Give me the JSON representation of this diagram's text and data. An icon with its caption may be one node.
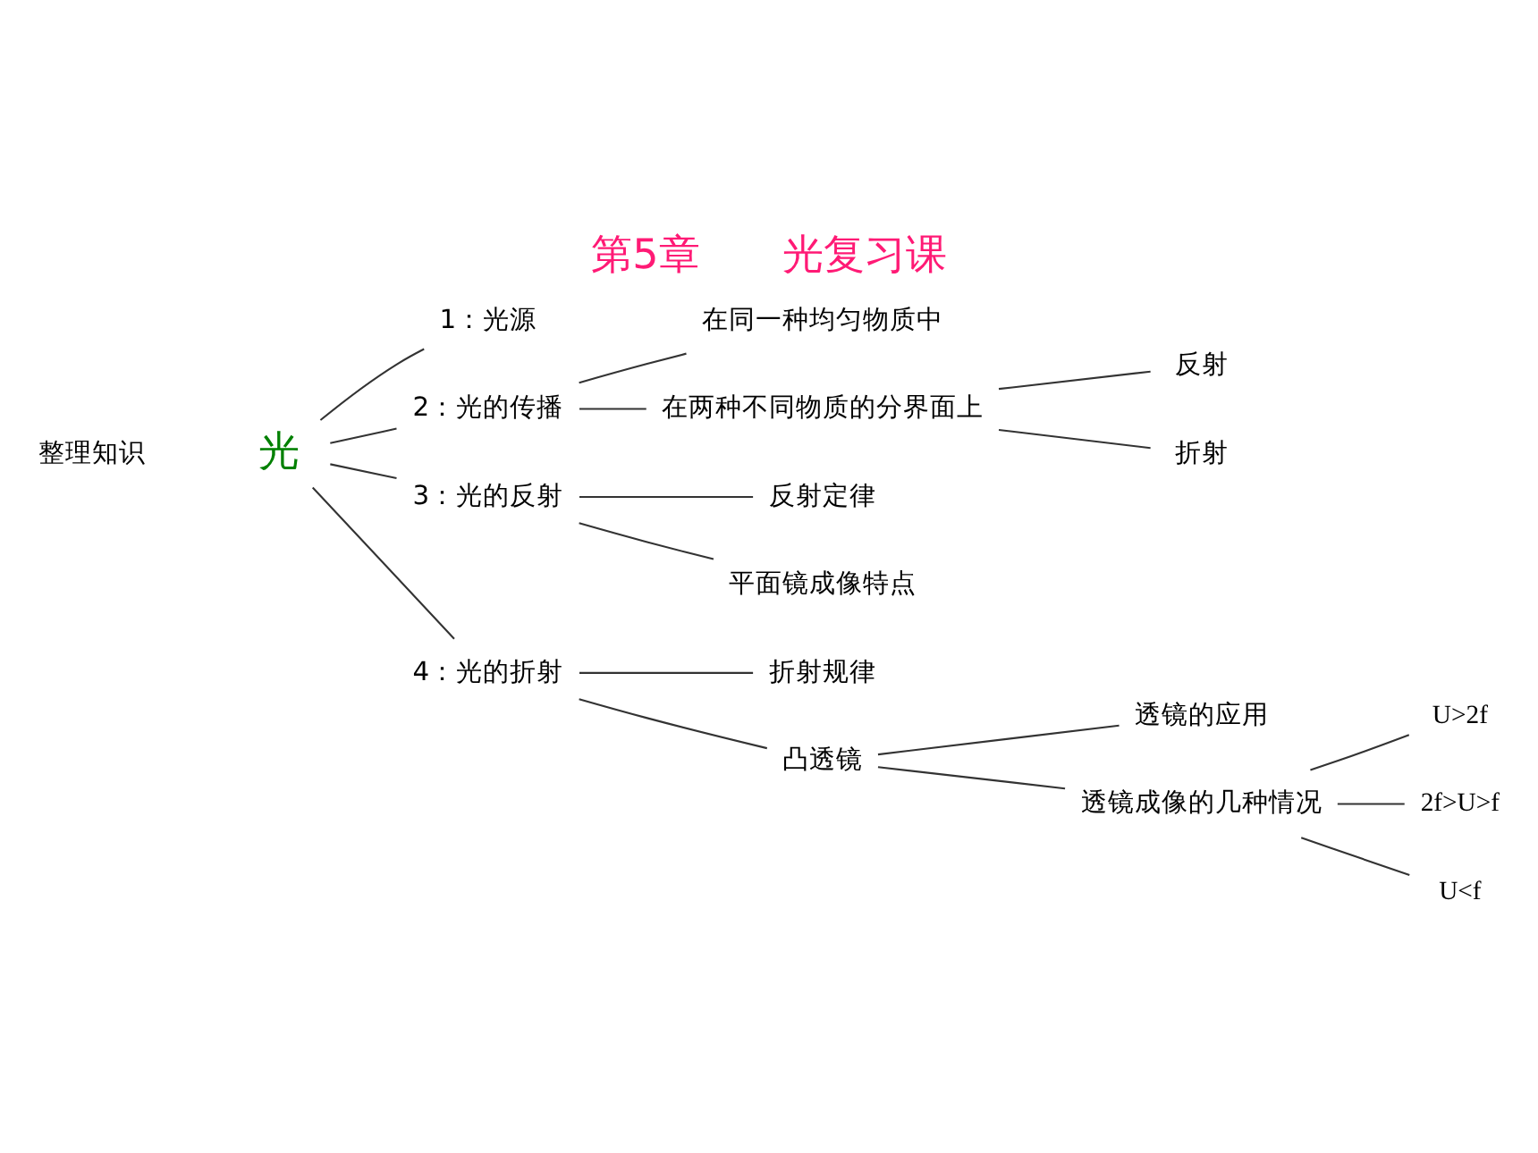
{
  "diagram": {
    "title": "第5章　　光复习课",
    "nodes": [
      {
        "text": [
          "光"
        ]
      },
      {
        "text": [
          "1：光源"
        ]
      },
      {
        "text": [
          "2：光的传播"
        ]
      },
      {
        "text": [
          "3：光的反射"
        ]
      },
      {
        "text": [
          "4：光的折射"
        ]
      },
      {
        "text": [
          "在同一种均匀物质中"
        ]
      },
      {
        "text": [
          "在两种不同物质的分界面上"
        ]
      },
      {
        "text": [
          "反射"
        ]
      },
      {
        "text": [
          "折射"
        ]
      },
      {
        "text": [
          "反射定律"
        ]
      },
      {
        "text": [
          "平面镜成像特点"
        ]
      },
      {
        "text": [
          "折射规律"
        ]
      },
      {
        "text": [
          "凸透镜"
        ]
      },
      {
        "text": [
          "透镜的应用"
        ]
      },
      {
        "text": [
          "透镜成像的几种情况"
        ]
      },
      {
        "text": [
          "U>2f"
        ]
      },
      {
        "text": [
          "2f>U>f"
        ]
      },
      {
        "text": [
          "U<f"
        ]
      }
    ],
    "edges": [
      {
        "from": 0,
        "to": 1,
        "arrow": "none"
      },
      {
        "from": 0,
        "to": 2,
        "arrow": "none"
      },
      {
        "from": 0,
        "to": 3,
        "arrow": "none"
      },
      {
        "from": 0,
        "to": 4,
        "arrow": "none"
      },
      {
        "from": 2,
        "to": 5,
        "arrow": "none"
      },
      {
        "from": 2,
        "to": 6,
        "arrow": "none"
      },
      {
        "from": 6,
        "to": 7,
        "arrow": "none"
      },
      {
        "from": 6,
        "to": 8,
        "arrow": "none"
      },
      {
        "from": 3,
        "to": 9,
        "arrow": "none"
      },
      {
        "from": 3,
        "to": 10,
        "arrow": "none"
      },
      {
        "from": 4,
        "to": 11,
        "arrow": "none"
      },
      {
        "from": 4,
        "to": 12,
        "arrow": "none"
      },
      {
        "from": 12,
        "to": 13,
        "arrow": "none"
      },
      {
        "from": 12,
        "to": 14,
        "arrow": "none"
      },
      {
        "from": 14,
        "to": 15,
        "arrow": "none"
      },
      {
        "from": 14,
        "to": 16,
        "arrow": "none"
      },
      {
        "from": 14,
        "to": 17,
        "arrow": "none"
      }
    ],
    "labels": [
      "整理知识"
    ]
  }
}
